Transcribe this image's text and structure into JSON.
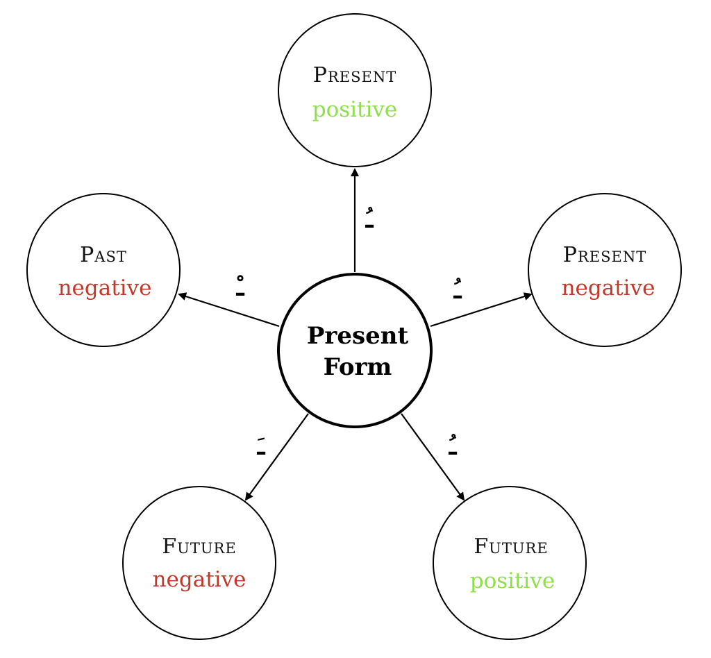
{
  "colors": {
    "positive": "#8ee04a",
    "negative": "#c0392b"
  },
  "center": {
    "line1": "Present",
    "line2": "Form"
  },
  "nodes": [
    {
      "title": "Present",
      "subtitle": "positive",
      "tone": "positive",
      "marker": "ـُ"
    },
    {
      "title": "Present",
      "subtitle": "negative",
      "tone": "negative",
      "marker": "ـُ"
    },
    {
      "title": "Past",
      "subtitle": "negative",
      "tone": "negative",
      "marker": "ـْ"
    },
    {
      "title": "Future",
      "subtitle": "negative",
      "tone": "negative",
      "marker": "ـَ"
    },
    {
      "title": "Future",
      "subtitle": "positive",
      "tone": "positive",
      "marker": "ـُ"
    }
  ]
}
